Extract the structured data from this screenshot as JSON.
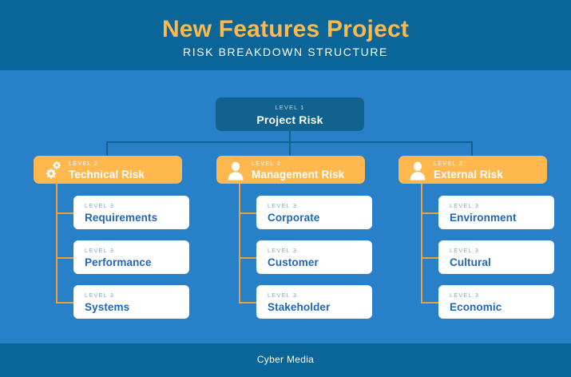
{
  "header": {
    "title": "New Features Project",
    "subtitle": "RISK BREAKDOWN STRUCTURE"
  },
  "footer": {
    "text": "Cyber Media"
  },
  "colors": {
    "header_bg": "#0a6698",
    "canvas_bg": "#2780c8",
    "level1_box": "#11628f",
    "level2_box": "#ffb84d",
    "level3_box": "#ffffff",
    "level3_text": "#2167b5",
    "title_accent": "#ffb84d",
    "connector_dark": "#11628f",
    "connector_orange": "#e8a244"
  },
  "chart_data": {
    "type": "diagram",
    "title": "New Features Project",
    "subtitle": "RISK BREAKDOWN STRUCTURE",
    "root": {
      "level_label": "LEVEL 1",
      "name": "Project Risk"
    },
    "branches": [
      {
        "level_label": "LEVEL 2",
        "name": "Technical Risk",
        "icon": "gears-icon",
        "children": [
          {
            "level_label": "LEVEL 3",
            "name": "Requirements"
          },
          {
            "level_label": "LEVEL 3",
            "name": "Performance"
          },
          {
            "level_label": "LEVEL 3",
            "name": "Systems"
          }
        ]
      },
      {
        "level_label": "LEVEL 2",
        "name": "Management Risk",
        "icon": "person-icon",
        "children": [
          {
            "level_label": "LEVEL 3",
            "name": "Corporate"
          },
          {
            "level_label": "LEVEL 3",
            "name": "Customer"
          },
          {
            "level_label": "LEVEL 3",
            "name": "Stakeholder"
          }
        ]
      },
      {
        "level_label": "LEVEL 2",
        "name": "External Risk",
        "icon": "person-icon",
        "children": [
          {
            "level_label": "LEVEL 3",
            "name": "Environment"
          },
          {
            "level_label": "LEVEL 3",
            "name": "Cultural"
          },
          {
            "level_label": "LEVEL 3",
            "name": "Economic"
          }
        ]
      }
    ]
  }
}
